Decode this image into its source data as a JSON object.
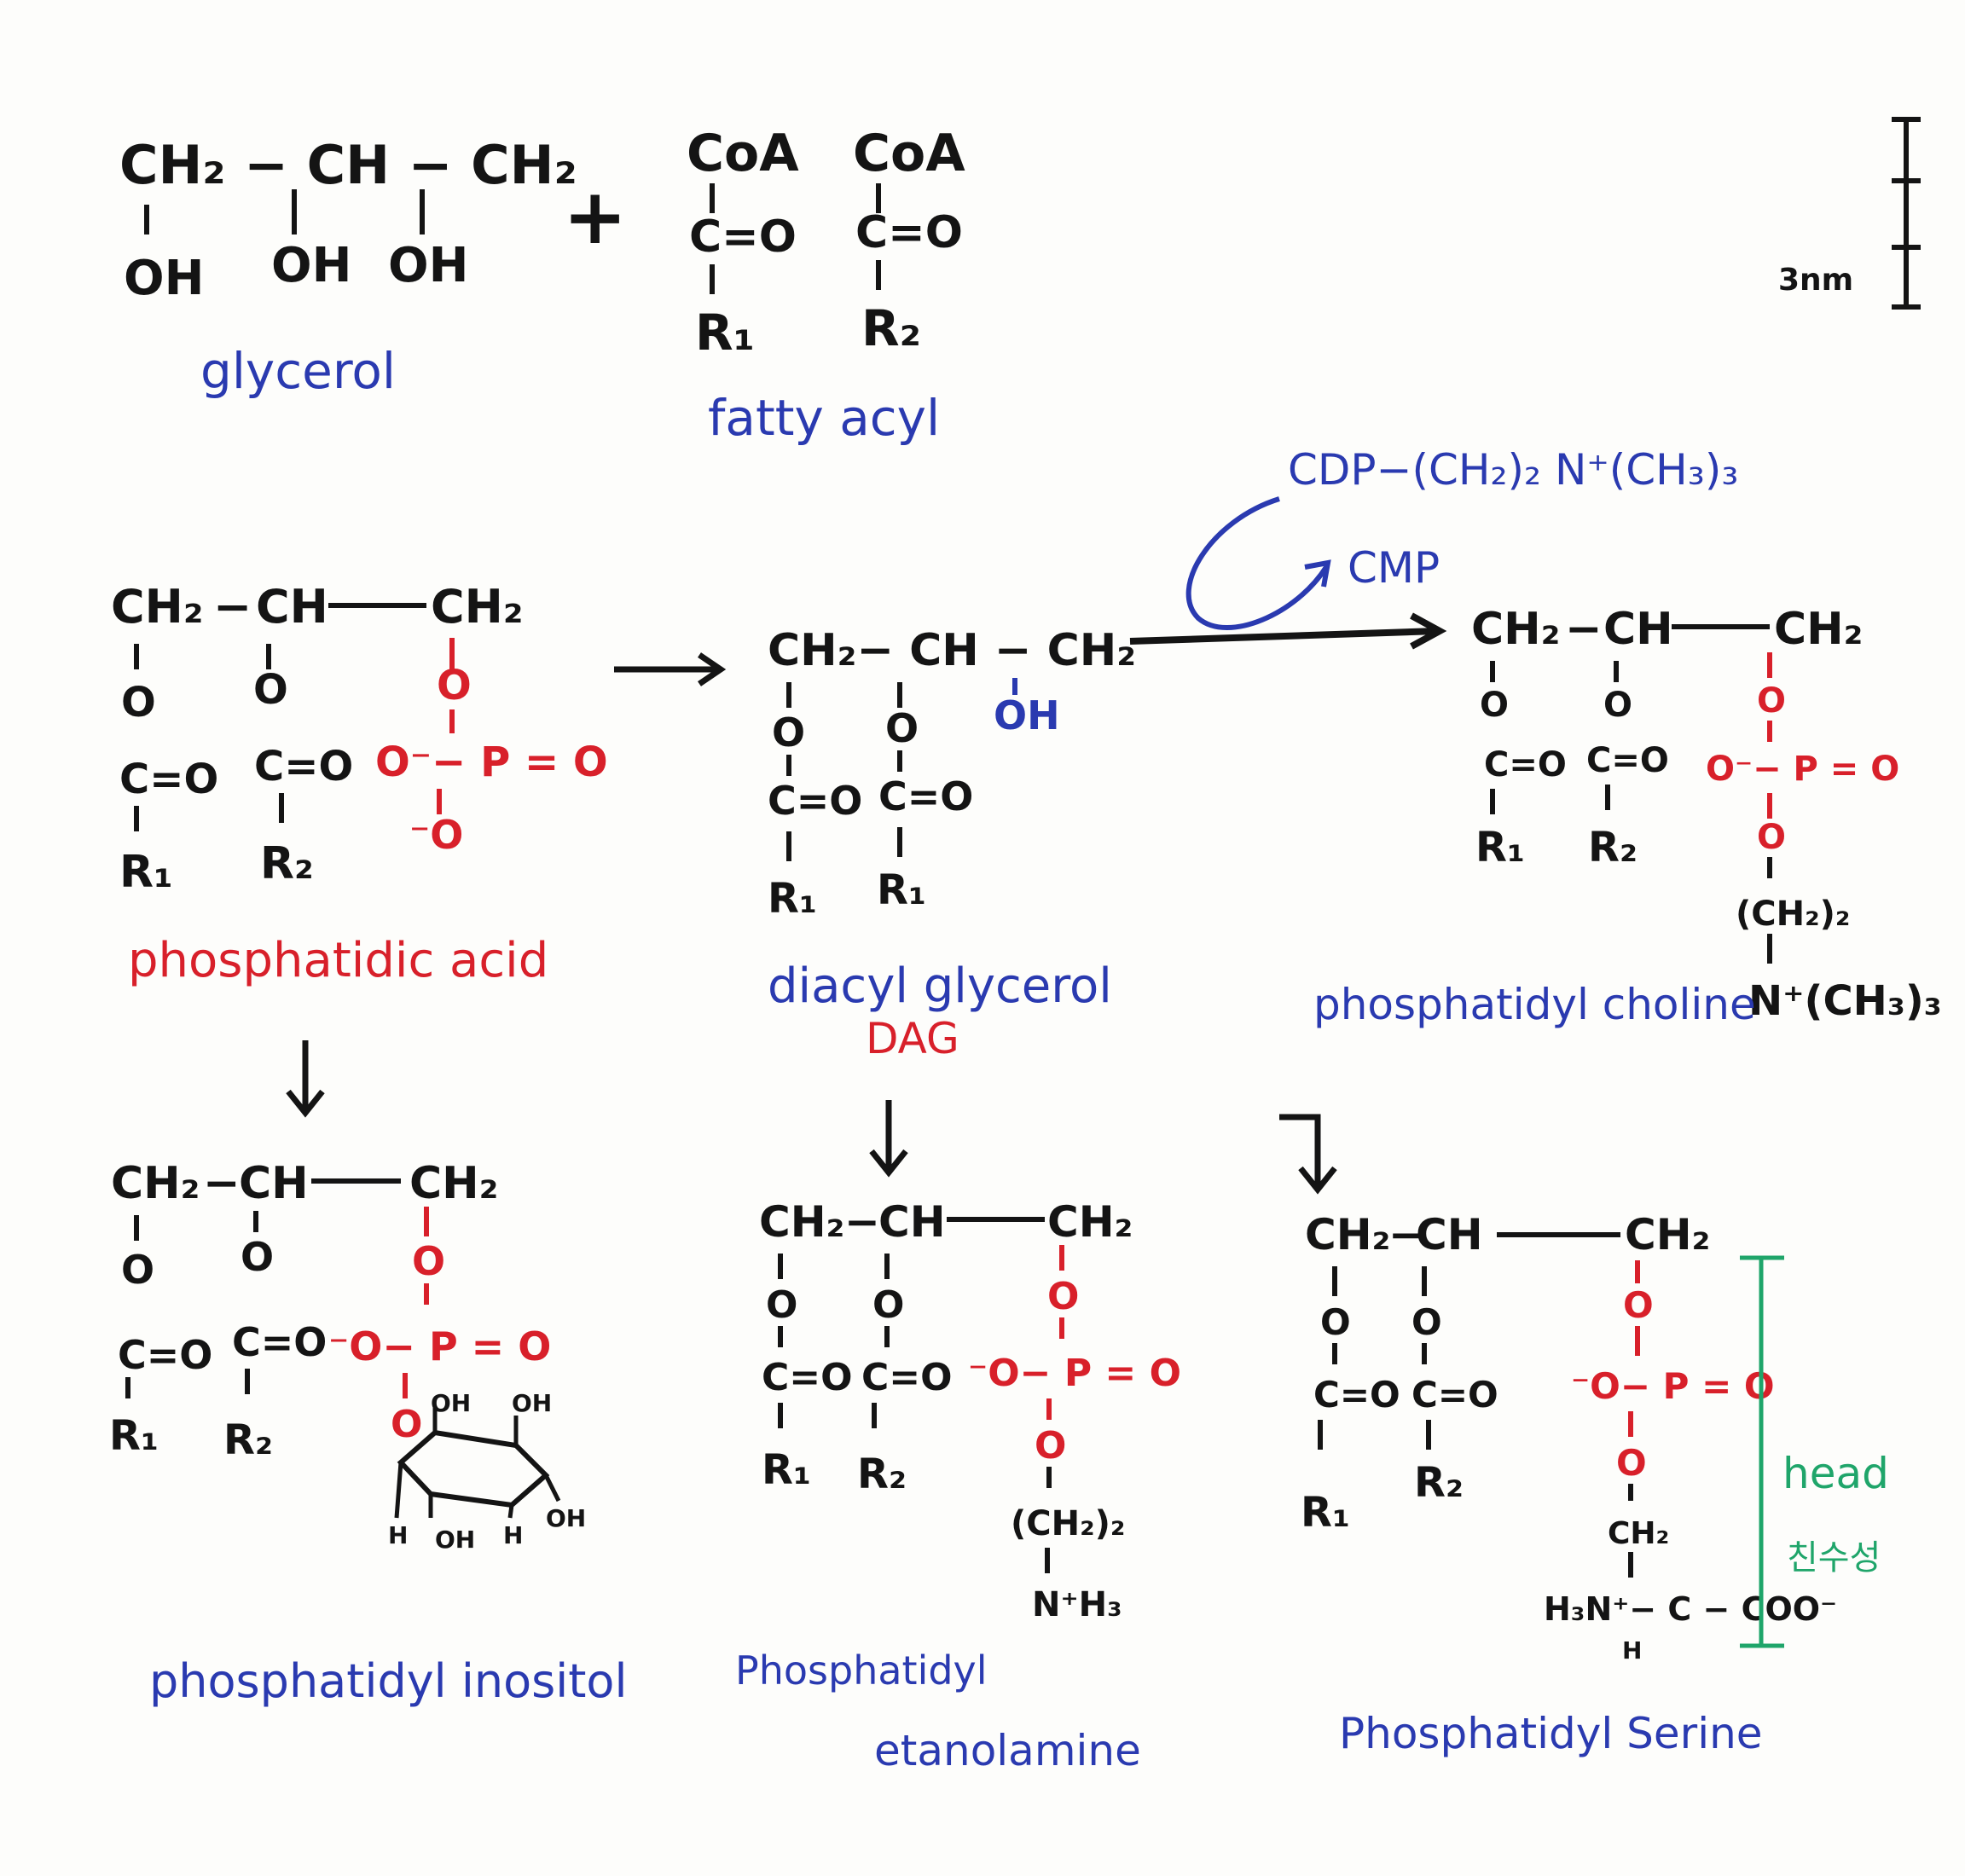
{
  "colors": {
    "board": "#fdfdfb",
    "black_marker": "#141414",
    "blue_marker": "#2a3ab0",
    "red_marker": "#d8202a",
    "green_marker": "#1fa56a"
  },
  "glycerol": {
    "backbone": "CH₂ − CH − CH₂",
    "oh1": "OH",
    "oh2": "OH",
    "oh3": "OH",
    "label": "glycerol"
  },
  "plus": "+",
  "fatty_acyl": {
    "coa1": "CoA",
    "co1": "C=O",
    "r1": "R₁",
    "coa2": "CoA",
    "co2": "C=O",
    "r2": "R₂",
    "label": "fatty acyl"
  },
  "scale_bar": {
    "label": "3nm"
  },
  "phosphatidic_acid": {
    "ch2a": "CH₂",
    "dash": "−",
    "ch": "CH",
    "ch2b": "CH₂",
    "o1": "O",
    "o2": "O",
    "co1": "C=O",
    "co2": "C=O",
    "r1": "R₁",
    "r2": "R₂",
    "o3": "O",
    "phosphate": "O⁻− P = O",
    "o_minus": "⁻O",
    "label": "phosphatidic acid"
  },
  "diacylglycerol": {
    "backbone": "CH₂− CH − CH₂",
    "oh": "OH",
    "o1": "O",
    "o2": "O",
    "co1": "C=O",
    "co2": "C=O",
    "r1": "R₁",
    "r2": "R₁",
    "label": "diacyl glycerol",
    "abbrev": "DAG"
  },
  "choline_reaction": {
    "reagent": "CDP−(CH₂)₂ N⁺(CH₃)₃",
    "product": "CMP"
  },
  "phosphatidyl_choline": {
    "ch2a": "CH₂",
    "ch": "CH",
    "ch2b": "CH₂",
    "o1": "O",
    "o2": "O",
    "co1": "C=O",
    "co2": "C=O",
    "r1": "R₁",
    "r2": "R₂",
    "o3": "O",
    "phosphate": "O⁻− P = O",
    "o4": "O",
    "chain": "(CH₂)₂",
    "amine": "N⁺(CH₃)₃",
    "label": "phosphatidyl choline"
  },
  "phosphatidyl_inositol": {
    "ch2a": "CH₂",
    "ch": "CH",
    "ch2b": "CH₂",
    "o1": "O",
    "o2": "O",
    "co1": "C=O",
    "co2": "C=O",
    "r1": "R₁",
    "r2": "R₂",
    "o3": "O",
    "phosphate": "⁻O− P = O",
    "o4": "O",
    "ring_oh1": "OH",
    "ring_oh2": "OH",
    "ring_oh3": "OH",
    "ring_oh4": "OH",
    "ring_h1": "H",
    "ring_h2": "H",
    "label": "phosphatidyl inositol"
  },
  "phosphatidyl_ethanolamine": {
    "ch2a": "CH₂",
    "ch": "CH",
    "ch2b": "CH₂",
    "o1": "O",
    "o2": "O",
    "co1": "C=O",
    "co2": "C=O",
    "r1": "R₁",
    "r2": "R₂",
    "o3": "O",
    "phosphate": "⁻O− P = O",
    "o4": "O",
    "chain": "(CH₂)₂",
    "amine": "N⁺H₃",
    "label1": "Phosphatidyl",
    "label2": "etanolamine"
  },
  "phosphatidyl_serine": {
    "ch2a": "CH₂",
    "ch": "CH",
    "ch2b": "CH₂",
    "o1": "O",
    "o2": "O",
    "co1": "C=O",
    "co2": "C=O",
    "r1": "R₁",
    "r2": "R₂",
    "o3": "O",
    "phosphate": "⁻O− P = O",
    "o4": "O",
    "ch2c": "CH₂",
    "serine_c": "H₃N⁺− C − COO⁻",
    "h": "H",
    "label": "Phosphatidyl Serine"
  },
  "head_annotation": {
    "label": "head",
    "korean": "친수성"
  }
}
